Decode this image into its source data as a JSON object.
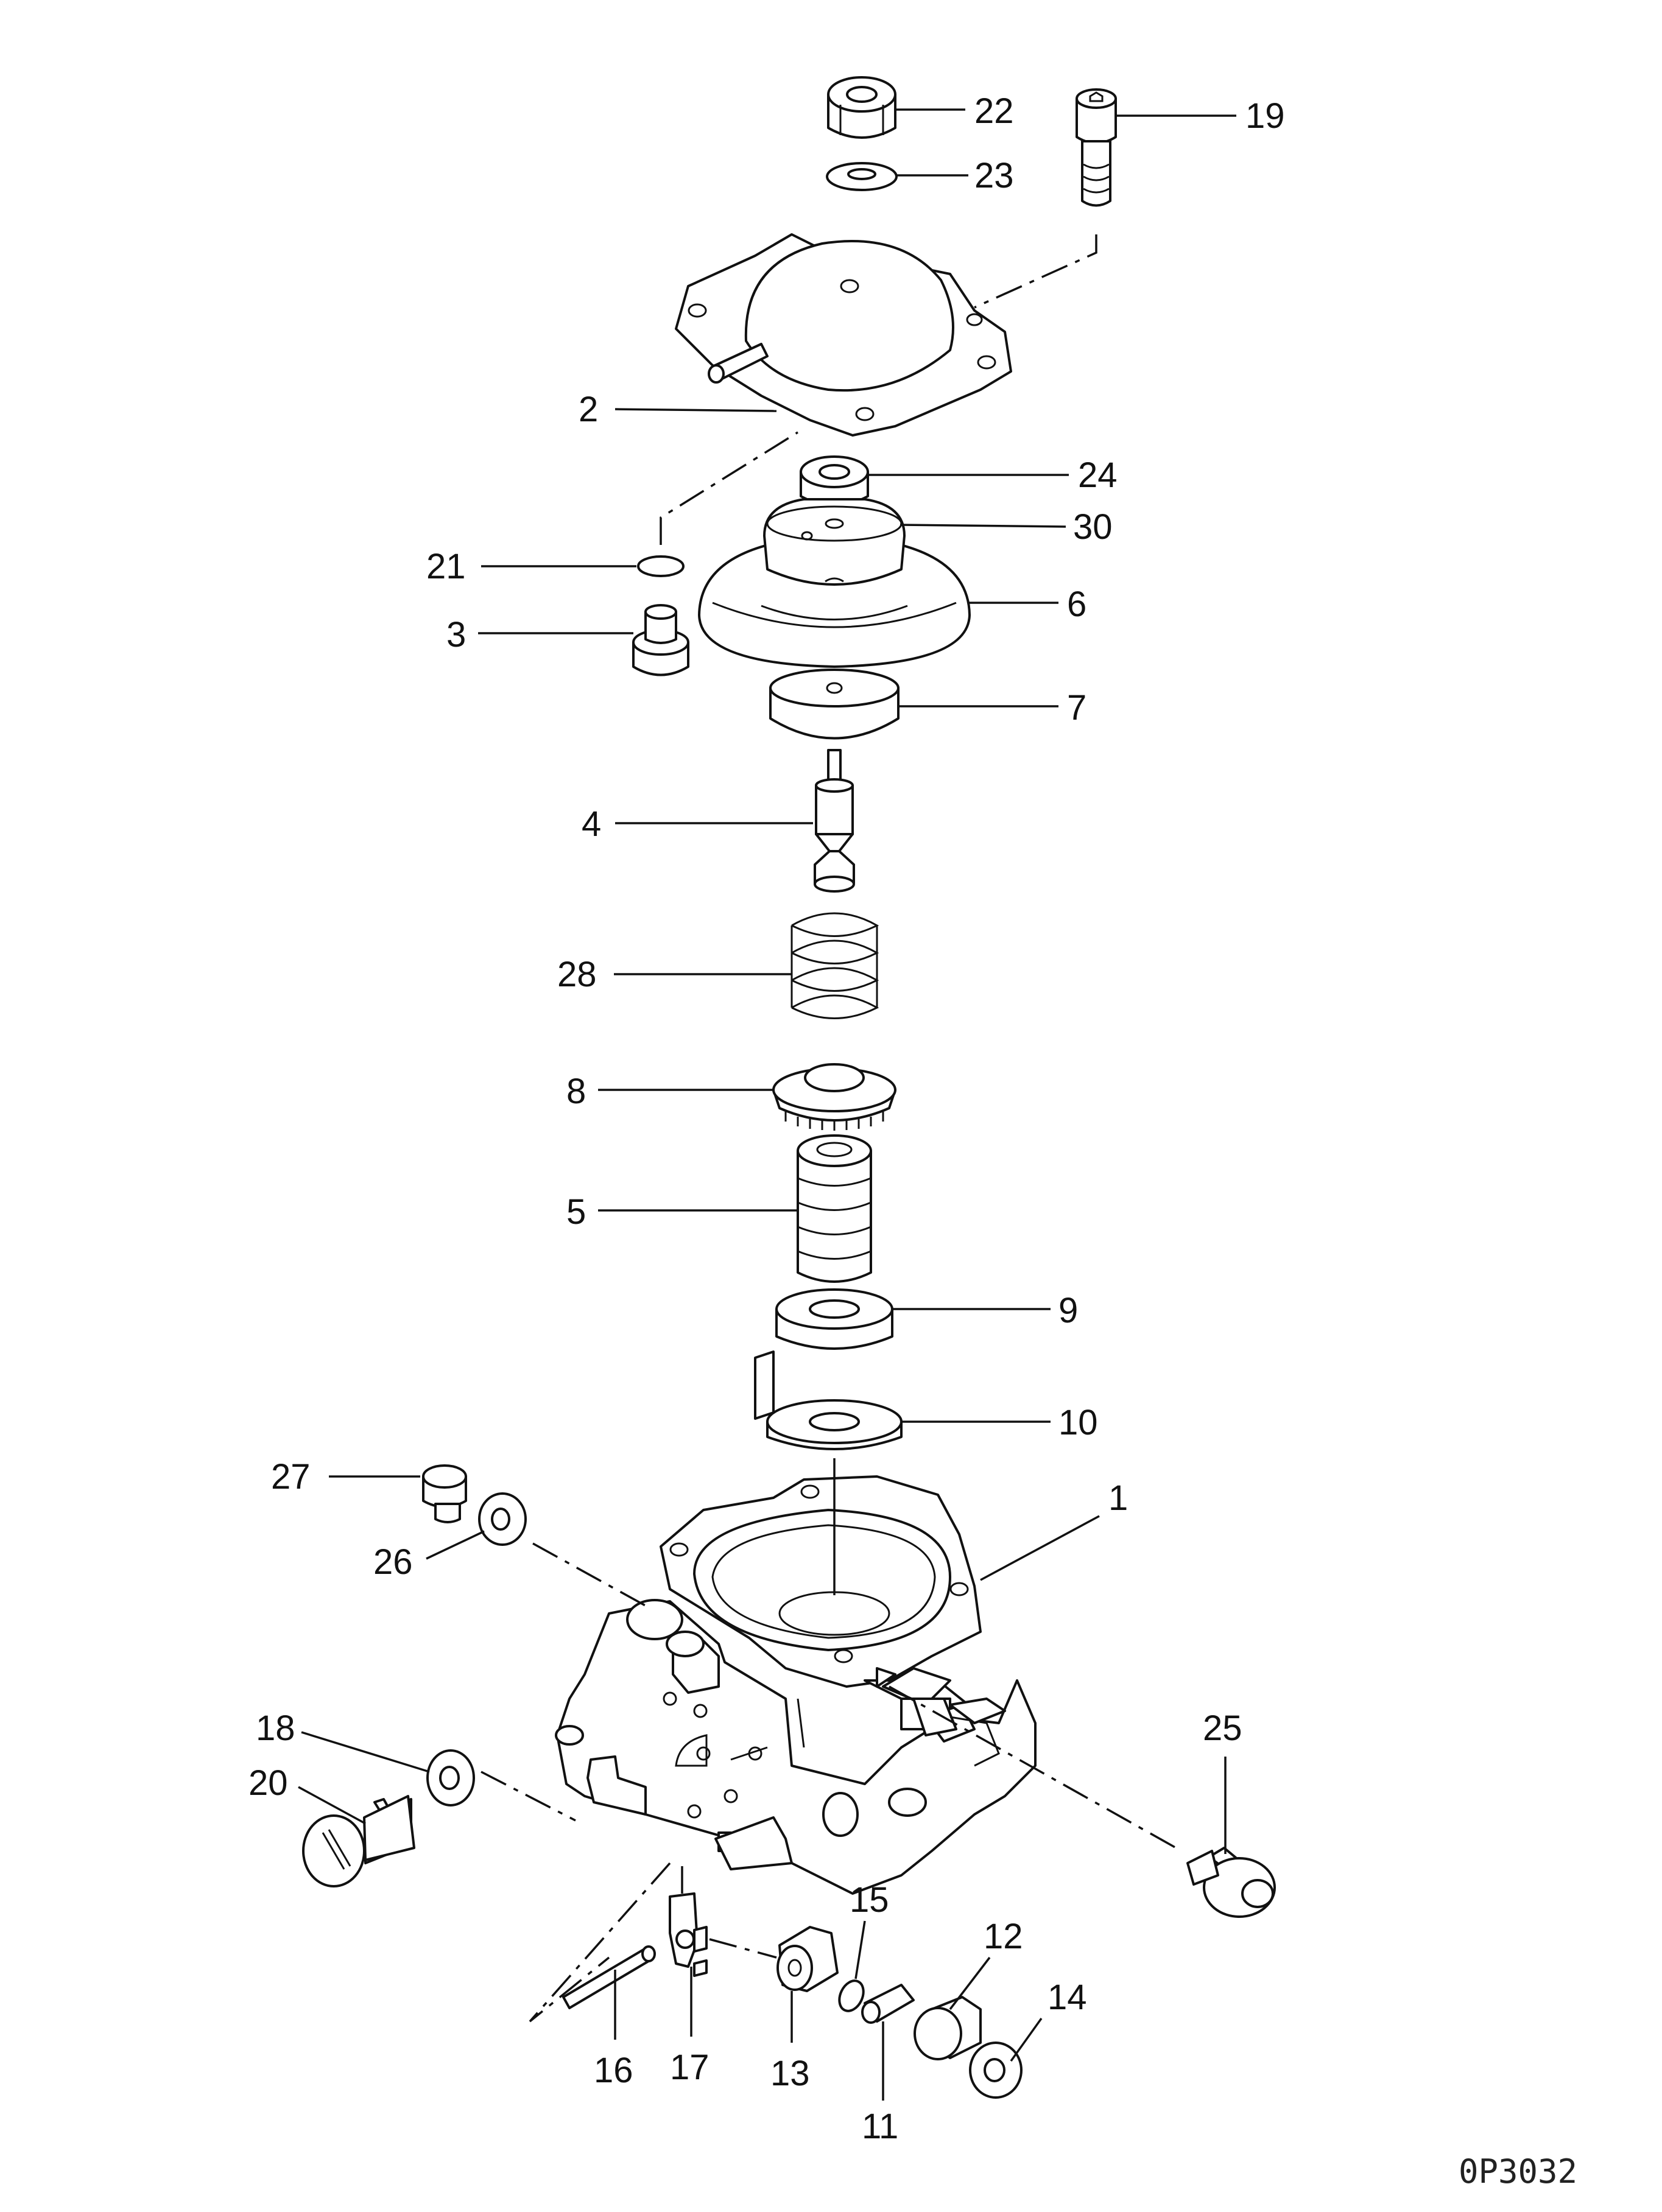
{
  "diagram": {
    "reference_code": "0P3032",
    "callouts": [
      "22",
      "23",
      "19",
      "2",
      "24",
      "30",
      "21",
      "6",
      "3",
      "7",
      "4",
      "28",
      "8",
      "5",
      "9",
      "10",
      "27",
      "1",
      "26",
      "18",
      "25",
      "20",
      "15",
      "12",
      "14",
      "16",
      "17",
      "13",
      "11"
    ]
  }
}
